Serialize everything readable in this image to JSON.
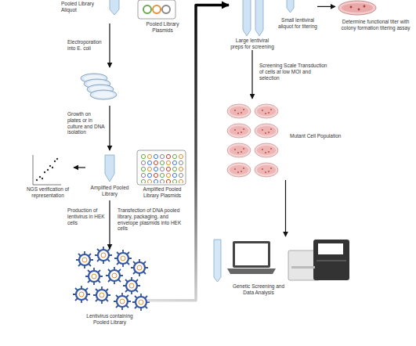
{
  "diagram": {
    "nodes": [
      {
        "text": [
          "Pooled Library Aliquot"
        ]
      },
      {
        "text": [
          "Pooled Library Plasmids"
        ]
      },
      {
        "text": [
          "Amplified Pooled Library"
        ]
      },
      {
        "text": [
          "Amplified Pooled Library Plasmids"
        ]
      },
      {
        "text": [
          "NGS verification of representation"
        ]
      },
      {
        "text": [
          "Lentivirus containing Pooled Library"
        ]
      },
      {
        "text": [
          "Large lentiviral preps for screening"
        ]
      },
      {
        "text": [
          "Small lentiviral aliquot for titering"
        ]
      },
      {
        "text": [
          "Determine functional titer with colony formation titering assay"
        ]
      },
      {
        "text": [
          "Mutant Cell Population"
        ]
      },
      {
        "text": [
          "Genetic Screening and Data Analysis"
        ]
      }
    ],
    "edges": [
      {
        "from": 2,
        "to": 4,
        "arrow": "to"
      },
      {
        "from": 2,
        "to": 5,
        "arrow": "to",
        "label": "Production of lentivirus in HEK cells"
      },
      {
        "from": 5,
        "to": 6,
        "arrow": "to"
      },
      {
        "from": 6,
        "to": 9,
        "arrow": "to",
        "label": "Screening Scale Transduction of cells at low MOI and selection"
      },
      {
        "from": 7,
        "to": 8,
        "arrow": "to"
      },
      {
        "from": 9,
        "to": 10,
        "arrow": "to"
      }
    ],
    "labels": [
      "Electroporation into E. coli",
      "Growth on plates or in culture and DNA isolation",
      "Transfection of DNA pooled library, packaging, and envelope plasmids into HEK cells"
    ]
  }
}
